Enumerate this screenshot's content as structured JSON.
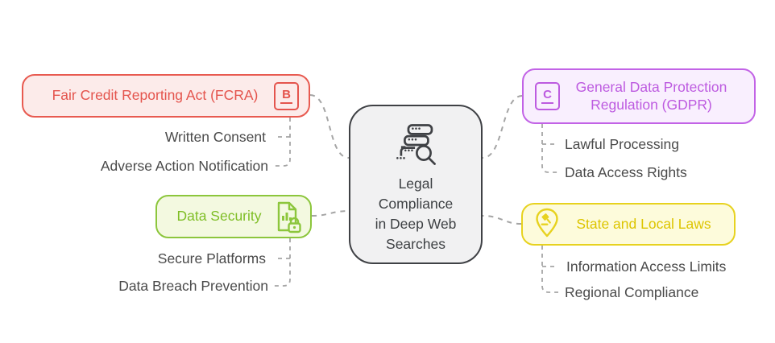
{
  "diagram": {
    "center": {
      "icon": "server-search-icon",
      "lines": [
        "Legal",
        "Compliance",
        "in Deep Web",
        "Searches"
      ]
    },
    "branches": [
      {
        "id": "fcra",
        "label": "Fair Credit Reporting Act (FCRA)",
        "icon": "underlined-b-icon",
        "icon_letter": "B",
        "accent_color": "#e4544d",
        "bg_color": "#fcebea",
        "children": [
          "Written Consent",
          "Adverse Action Notification"
        ]
      },
      {
        "id": "gdpr",
        "label": "General Data Protection Regulation (GDPR)",
        "icon": "underlined-c-icon",
        "icon_letter": "C",
        "accent_color": "#bd5be0",
        "bg_color": "#f9effe",
        "children": [
          "Lawful Processing",
          "Data Access Rights"
        ]
      },
      {
        "id": "data-security",
        "label": "Data Security",
        "icon": "secure-report-icon",
        "accent_color": "#7fbe26",
        "bg_color": "#f3f9e0",
        "children": [
          "Secure Platforms",
          "Data Breach Prevention"
        ]
      },
      {
        "id": "state-local-laws",
        "label": "State and Local Laws",
        "icon": "law-location-pin-icon",
        "accent_color": "#ddc500",
        "bg_color": "#fdfbdb",
        "children": [
          "Information Access Limits",
          "Regional Compliance"
        ]
      }
    ],
    "connector_color": "#a5a5a5",
    "text_color": "#4a4a4a"
  }
}
